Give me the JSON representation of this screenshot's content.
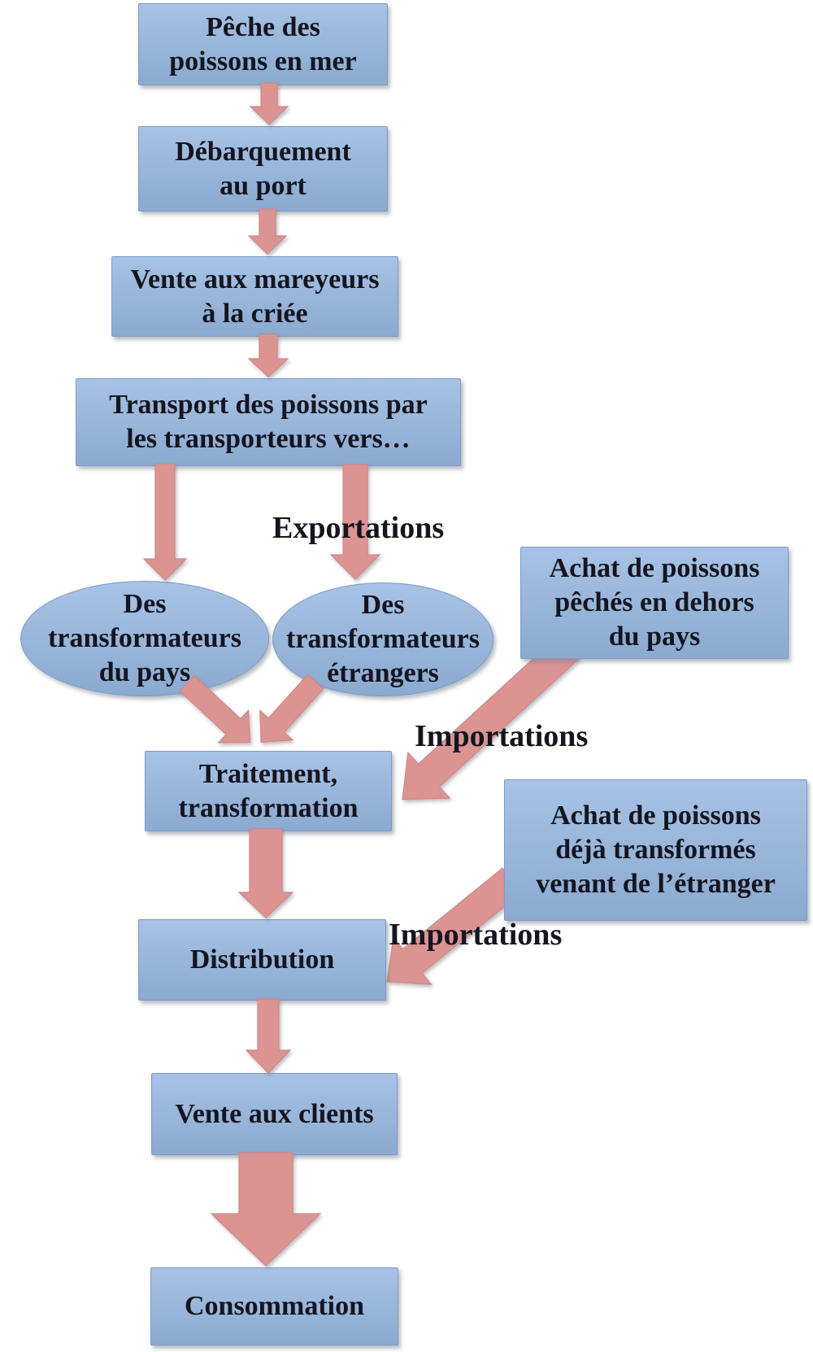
{
  "colors": {
    "background": "#ffffff",
    "node_fill": "#96b7e0",
    "node_border": "#7e9ac6",
    "arrow_fill": "#dc9493",
    "arrow_border": "#cf8886",
    "text": "#15151f"
  },
  "nodes": {
    "peche": {
      "label": "Pêche des\npoissons en mer"
    },
    "debarquement": {
      "label": "Débarquement\nau port"
    },
    "vente_mareyeurs": {
      "label": "Vente aux mareyeurs\nà la criée"
    },
    "transport": {
      "label": "Transport des poissons par\nles transporteurs vers…"
    },
    "transformateurs_pays": {
      "label": "Des\ntransformateurs\ndu pays"
    },
    "transformateurs_etrangers": {
      "label": "Des\ntransformateurs\nétrangers"
    },
    "achat_poissons_peches": {
      "label": "Achat de poissons\npêchés en dehors\ndu pays"
    },
    "traitement": {
      "label": "Traitement,\ntransformation"
    },
    "achat_poissons_transformes": {
      "label": "Achat de poissons\ndéjà transformés\nvenant de l’étranger"
    },
    "distribution": {
      "label": "Distribution"
    },
    "vente_clients": {
      "label": "Vente aux clients"
    },
    "consommation": {
      "label": "Consommation"
    }
  },
  "edge_labels": {
    "exportations": "Exportations",
    "importations_haut": "Importations",
    "importations_bas": "Importations"
  }
}
